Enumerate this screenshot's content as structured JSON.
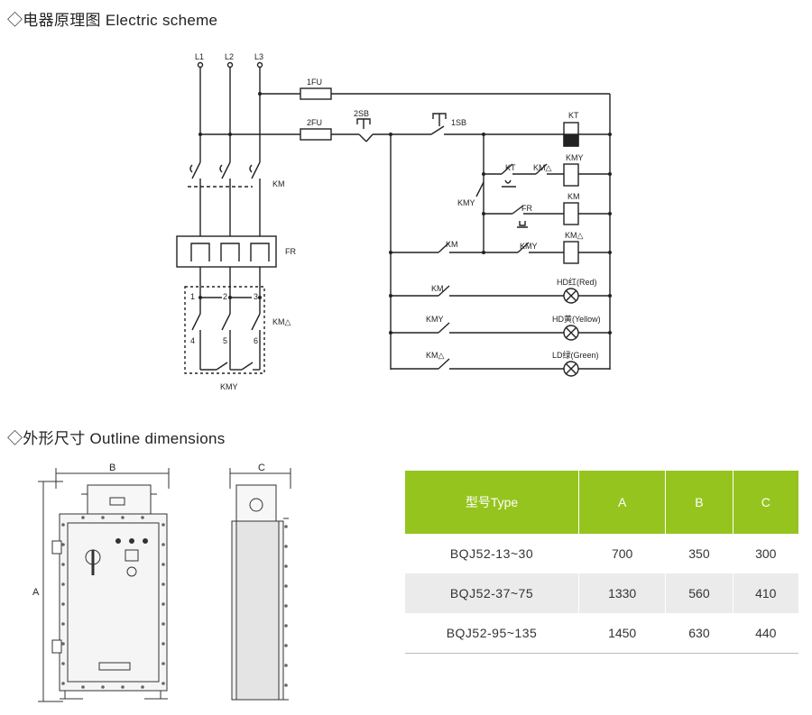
{
  "electric_scheme": {
    "title": "◇电器原理图 Electric scheme",
    "labels": {
      "L1": "L1",
      "L2": "L2",
      "L3": "L3",
      "fu1": "1FU",
      "fu2": "2FU",
      "sb2": "2SB",
      "sb1": "1SB",
      "km": "KM",
      "fr": "FR",
      "kmd": "KM△",
      "t1": "1",
      "t2": "2",
      "t3": "3",
      "t4": "4",
      "t5": "5",
      "t6": "6",
      "kmy": "KMY",
      "kt": "KT",
      "ctl_kt": "KT",
      "ctl_kmd": "KM△",
      "coil_kmy": "KMY",
      "coil_km": "KM",
      "coil_kmd": "KM△",
      "ctl_kmy": "KMY",
      "ctl_fr": "FR",
      "ctl_km": "KM",
      "ctl_kmy2": "KMY",
      "lamp_km": "KM",
      "lamp_kmy": "KMY",
      "lamp_kmd": "KM△",
      "hd_red": "HD红(Red)",
      "hd_yellow": "HD黄(Yellow)",
      "ld_green": "LD绿(Green)"
    }
  },
  "outline": {
    "title": "◇外形尺寸 Outline dimensions",
    "dim_A": "A",
    "dim_B": "B",
    "dim_C": "C"
  },
  "table": {
    "headers": [
      "型号Type",
      "A",
      "B",
      "C"
    ],
    "rows": [
      [
        "BQJ52-13~30",
        "700",
        "350",
        "300"
      ],
      [
        "BQJ52-37~75",
        "1330",
        "560",
        "410"
      ],
      [
        "BQJ52-95~135",
        "1450",
        "630",
        "440"
      ]
    ]
  },
  "colors": {
    "header_green": "#96c41e",
    "row_alt": "#ebebeb",
    "line": "#222222"
  }
}
